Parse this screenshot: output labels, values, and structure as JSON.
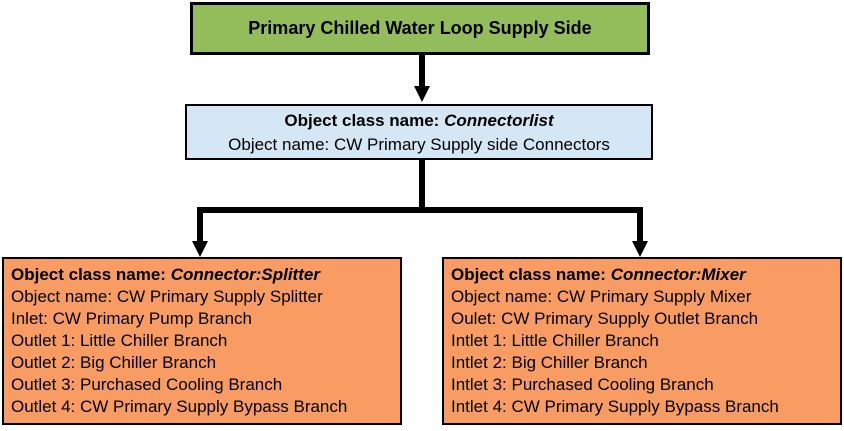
{
  "colors": {
    "title_fill": "#93BD5A",
    "list_fill": "#D5E7F4",
    "connector_fill": "#F89C63",
    "line": "#000000",
    "text_color": "#000000",
    "background": "#FFFFFF"
  },
  "diagram": {
    "title_box": {
      "label": "Primary Chilled Water Loop Supply Side"
    },
    "connector_list_box": {
      "class_label": "Object class name:",
      "class_name": "Connectorlist",
      "object_line": "Object name: CW Primary Supply side Connectors"
    },
    "splitter_box": {
      "class_label": "Object class name:",
      "class_name": "Connector:Splitter",
      "lines": [
        "Object name: CW Primary Supply Splitter",
        "Inlet: CW Primary Pump Branch",
        "Outlet 1: Little Chiller Branch",
        "Outlet 2: Big Chiller Branch",
        "Outlet 3: Purchased Cooling Branch",
        "Outlet 4: CW Primary Supply Bypass Branch"
      ]
    },
    "mixer_box": {
      "class_label": "Object class name:",
      "class_name": "Connector:Mixer",
      "lines": [
        "Object name: CW Primary Supply Mixer",
        "Oulet: CW Primary Supply Outlet Branch",
        "Intlet 1: Little Chiller Branch",
        "Intlet 2: Big Chiller Branch",
        "Intlet 3: Purchased Cooling Branch",
        "Intlet 4: CW Primary Supply Bypass Branch"
      ]
    }
  }
}
